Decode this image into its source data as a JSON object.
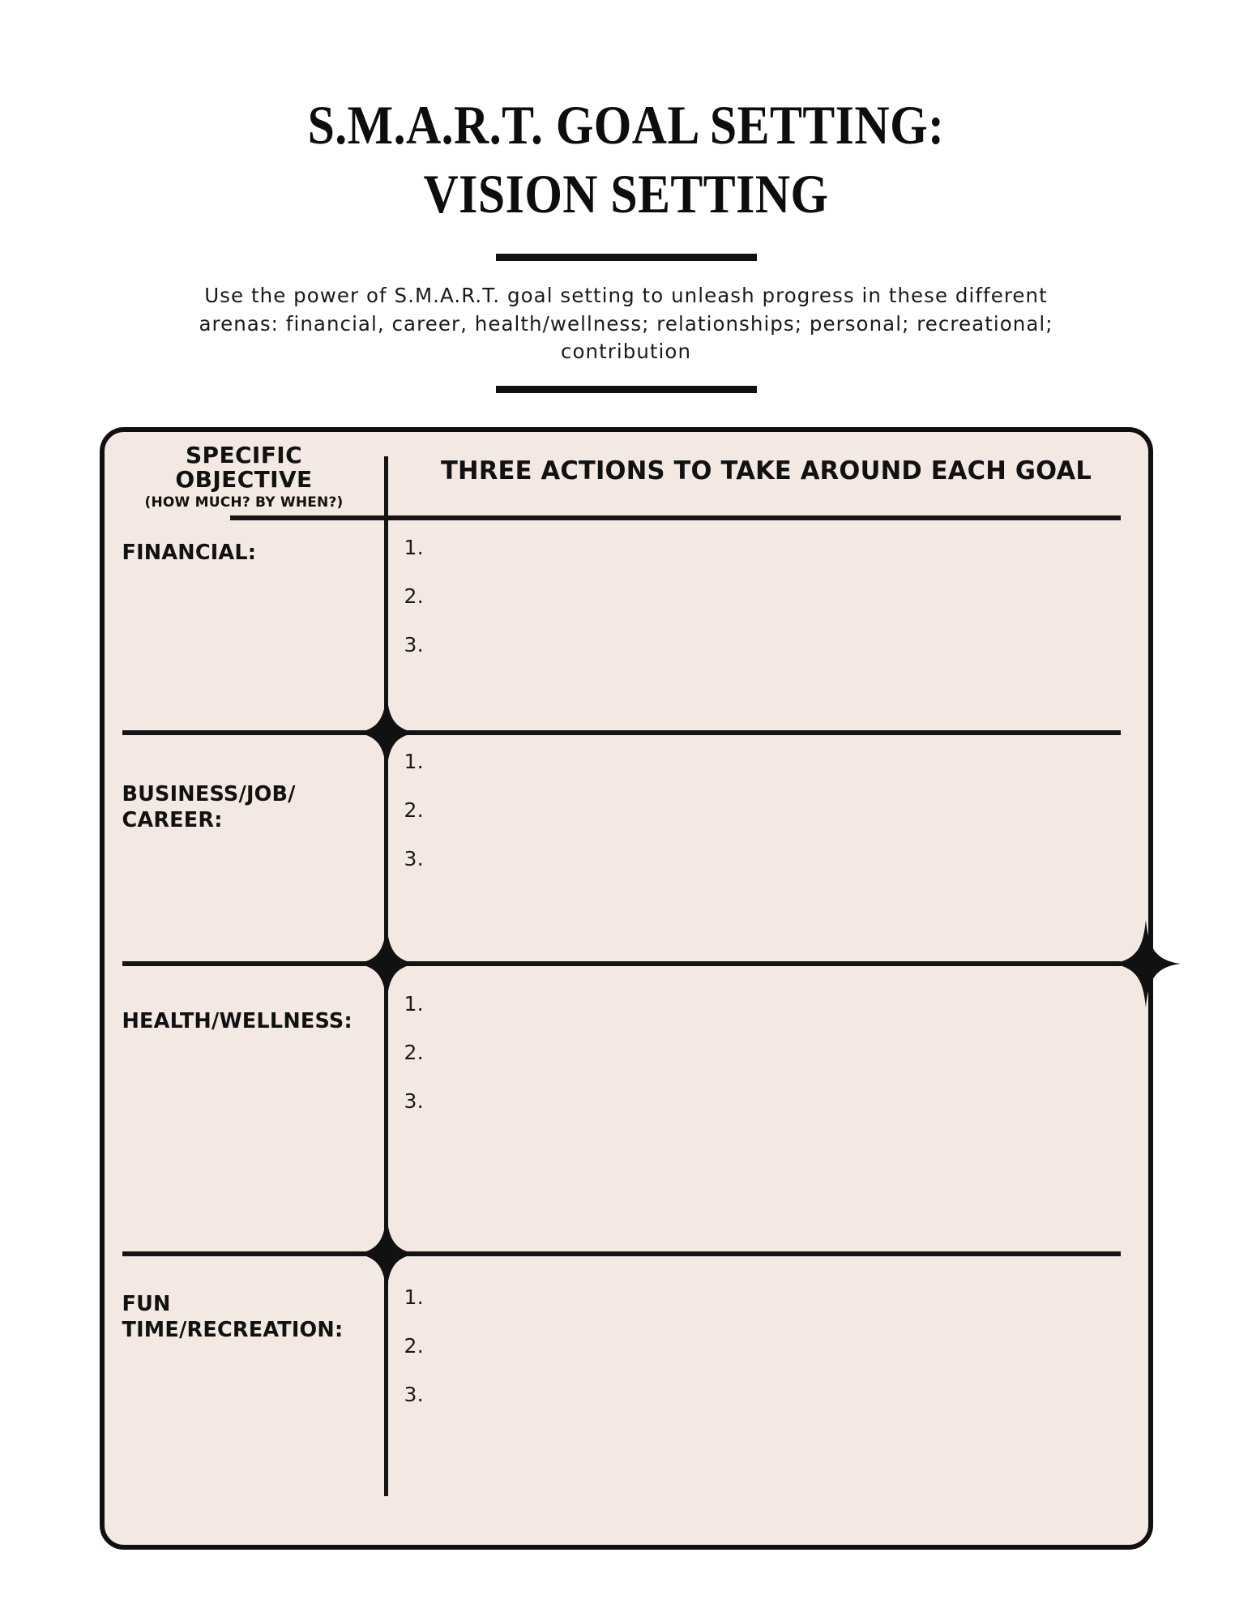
{
  "header": {
    "title_line_1": "S.M.A.R.T. GOAL SETTING:",
    "title_line_2": "VISION SETTING",
    "subtitle": "Use the power of S.M.A.R.T. goal setting to unleash progress in these different arenas: financial, career, health/wellness; relationships; personal; recreational; contribution"
  },
  "table": {
    "col_headers": {
      "left_line_1": "SPECIFIC",
      "left_line_2": "OBJECTIVE",
      "left_line_3": "(HOW MUCH? BY WHEN?)",
      "right": "THREE ACTIONS TO TAKE AROUND EACH GOAL"
    },
    "rows": [
      {
        "label_line_1": "FINANCIAL:",
        "label_line_2": "",
        "actions": [
          "1.",
          "2.",
          "3."
        ]
      },
      {
        "label_line_1": "BUSINESS/JOB/",
        "label_line_2": "CAREER:",
        "actions": [
          "1.",
          "2.",
          "3."
        ]
      },
      {
        "label_line_1": "HEALTH/WELLNESS:",
        "label_line_2": "",
        "actions": [
          "1.",
          "2.",
          "3."
        ]
      },
      {
        "label_line_1": "FUN",
        "label_line_2": "TIME/RECREATION:",
        "actions": [
          "1.",
          "2.",
          "3."
        ]
      }
    ]
  },
  "decorations": {
    "sparkle_icon_name": "four-pointed-star-icon",
    "sparkle_count": 4
  },
  "colors": {
    "page_background": "#ffffff",
    "card_background": "#F3E9E2",
    "ink": "#111111",
    "border": "#101010"
  }
}
